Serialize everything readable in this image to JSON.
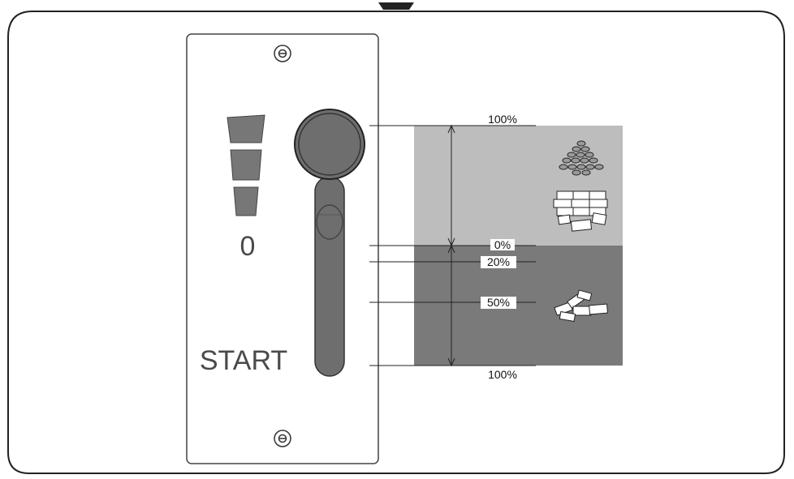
{
  "panel": {
    "zero_label": "0",
    "start_label": "START"
  },
  "scale": {
    "top_full_label": "100%",
    "zero_label": "0%",
    "twenty_label": "20%",
    "fifty_label": "50%",
    "bottom_full_label": "100%"
  },
  "colors": {
    "light_zone": "#bdbdbd",
    "dark_zone": "#7a7a7a",
    "lever": "#6e6e6e",
    "outline": "#333333"
  },
  "icons": {
    "upper_1": "grain-pile-icon",
    "upper_2": "brick-stack-icon",
    "lower_1": "scattered-bricks-icon"
  }
}
